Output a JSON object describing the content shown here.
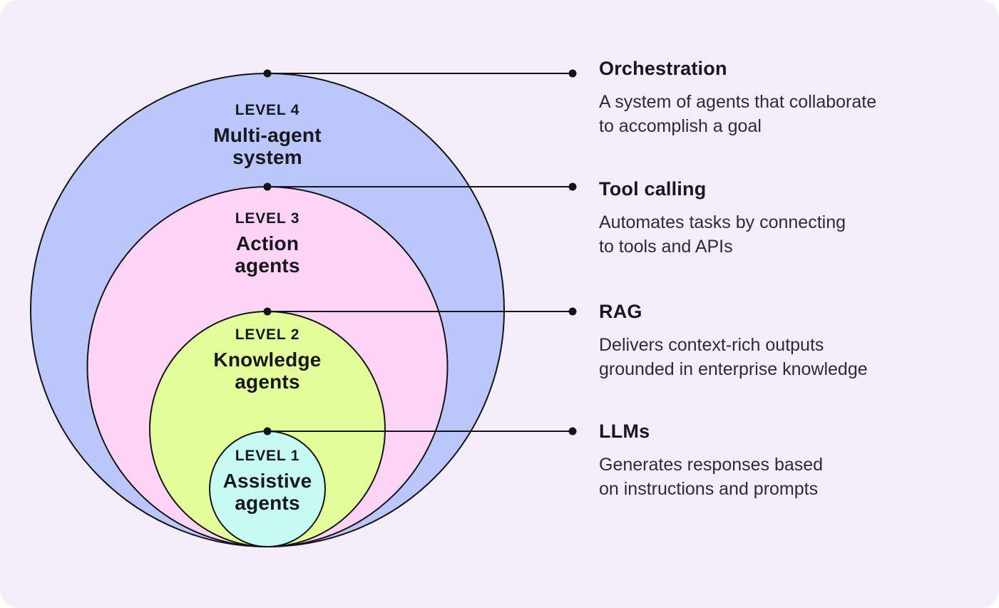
{
  "page": {
    "outer_background": "#ffffff",
    "panel_background": "#f3edfa",
    "line_color": "#141414"
  },
  "diagram": {
    "line_color": "#141414",
    "levels": [
      {
        "level_label": "LEVEL 4",
        "title": "Multi-agent system",
        "title_lines": [
          "Multi-agent",
          "system"
        ],
        "color": "#bbc7fa"
      },
      {
        "level_label": "LEVEL 3",
        "title": "Action agents",
        "title_lines": [
          "Action",
          "agents"
        ],
        "color": "#fed4f6"
      },
      {
        "level_label": "LEVEL 2",
        "title": "Knowledge agents",
        "title_lines": [
          "Knowledge",
          "agents"
        ],
        "color": "#e2fd9a"
      },
      {
        "level_label": "LEVEL 1",
        "title": "Assistive agents",
        "title_lines": [
          "Assistive",
          "agents"
        ],
        "color": "#c8faf4"
      }
    ]
  },
  "annotations": [
    {
      "title": "Orchestration",
      "description_lines": [
        "A system of agents that collaborate",
        "to accomplish a goal"
      ]
    },
    {
      "title": "Tool calling",
      "description_lines": [
        "Automates tasks by connecting",
        "to tools and APIs"
      ]
    },
    {
      "title": "RAG",
      "description_lines": [
        "Delivers context-rich outputs",
        "grounded in enterprise knowledge"
      ]
    },
    {
      "title": "LLMs",
      "description_lines": [
        "Generates responses based",
        "on instructions and prompts"
      ]
    }
  ]
}
